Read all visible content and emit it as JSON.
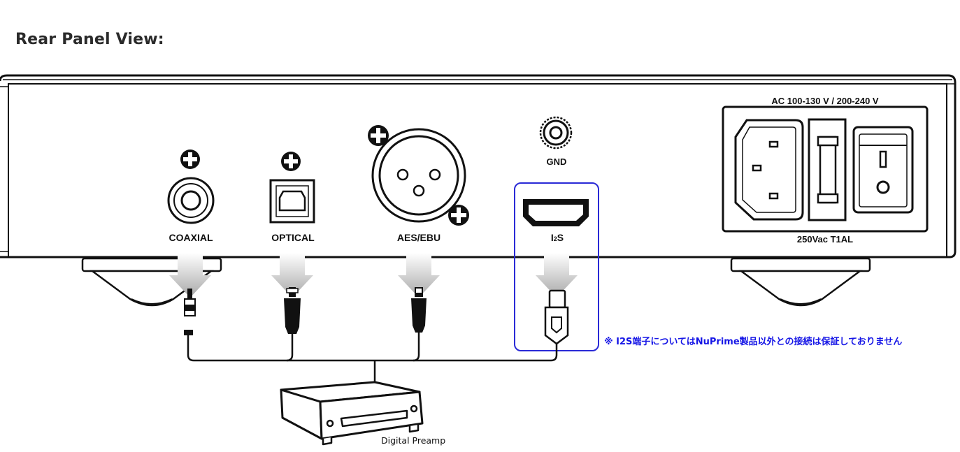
{
  "heading": "Rear Panel View:",
  "ports": {
    "coaxial": "COAXIAL",
    "optical": "OPTICAL",
    "aes_ebu": "AES/EBU",
    "gnd": "GND",
    "i2s_prefix": "I",
    "i2s_subscript": "2",
    "i2s_suffix": "S"
  },
  "power": {
    "voltage_label": "AC 100-130 V / 200-240 V",
    "fuse_label": "250Vac  T1AL"
  },
  "note": "※ I2S端子についてはNuPrime製品以外との接続は保証しておりません",
  "device_label": "Digital Preamp",
  "colors": {
    "note": "#1515e6",
    "highlight_border": "#2a2ad6",
    "arrow_gray": "#b3b3b3",
    "ink": "#111111"
  }
}
